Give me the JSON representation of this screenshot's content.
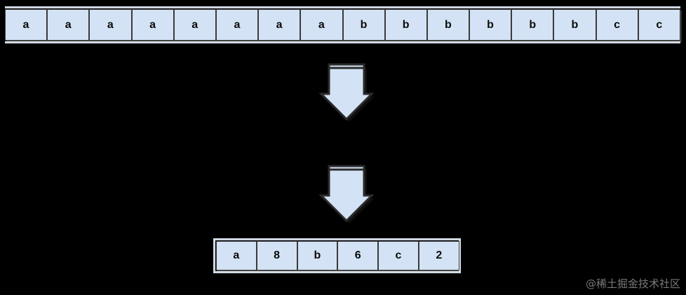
{
  "diagram": {
    "title": "run-length-encoding-diagram",
    "background_color": "#000000",
    "cell_fill_color": "#d3e3f5",
    "cell_border_color": "#3a3a3a",
    "text_color": "#0b0b0b",
    "arrow_fill_color": "#d3e3f5",
    "arrow_border_color": "#2b2b2b"
  },
  "input_row": {
    "name": "input-sequence",
    "cells": [
      {
        "value": "a"
      },
      {
        "value": "a"
      },
      {
        "value": "a"
      },
      {
        "value": "a"
      },
      {
        "value": "a"
      },
      {
        "value": "a"
      },
      {
        "value": "a"
      },
      {
        "value": "a"
      },
      {
        "value": "b"
      },
      {
        "value": "b"
      },
      {
        "value": "b"
      },
      {
        "value": "b"
      },
      {
        "value": "b"
      },
      {
        "value": "b"
      },
      {
        "value": "c"
      },
      {
        "value": "c"
      }
    ]
  },
  "arrows": [
    {
      "name": "arrow-step-1",
      "direction": "down"
    },
    {
      "name": "arrow-step-2",
      "direction": "down"
    }
  ],
  "output_row": {
    "name": "encoded-sequence",
    "cells": [
      {
        "value": "a"
      },
      {
        "value": "8"
      },
      {
        "value": "b"
      },
      {
        "value": "6"
      },
      {
        "value": "c"
      },
      {
        "value": "2"
      }
    ]
  },
  "watermark": {
    "text": "@稀土掘金技术社区"
  }
}
